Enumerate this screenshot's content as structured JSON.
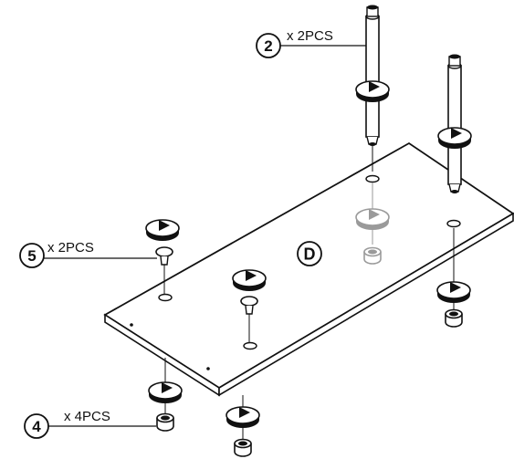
{
  "callouts": {
    "part2": {
      "number": "2",
      "quantity": "x 2PCS"
    },
    "part5": {
      "number": "5",
      "quantity": "x 2PCS"
    },
    "part4": {
      "number": "4",
      "quantity": "x 4PCS"
    }
  },
  "panel_label": "D",
  "colors": {
    "line": "#111111",
    "ghost": "#9a9a9a",
    "background": "#ffffff"
  },
  "icons": [
    "rotation-arrow-icon",
    "hole-icon",
    "dowel-post",
    "cam-lock",
    "leveling-foot"
  ]
}
